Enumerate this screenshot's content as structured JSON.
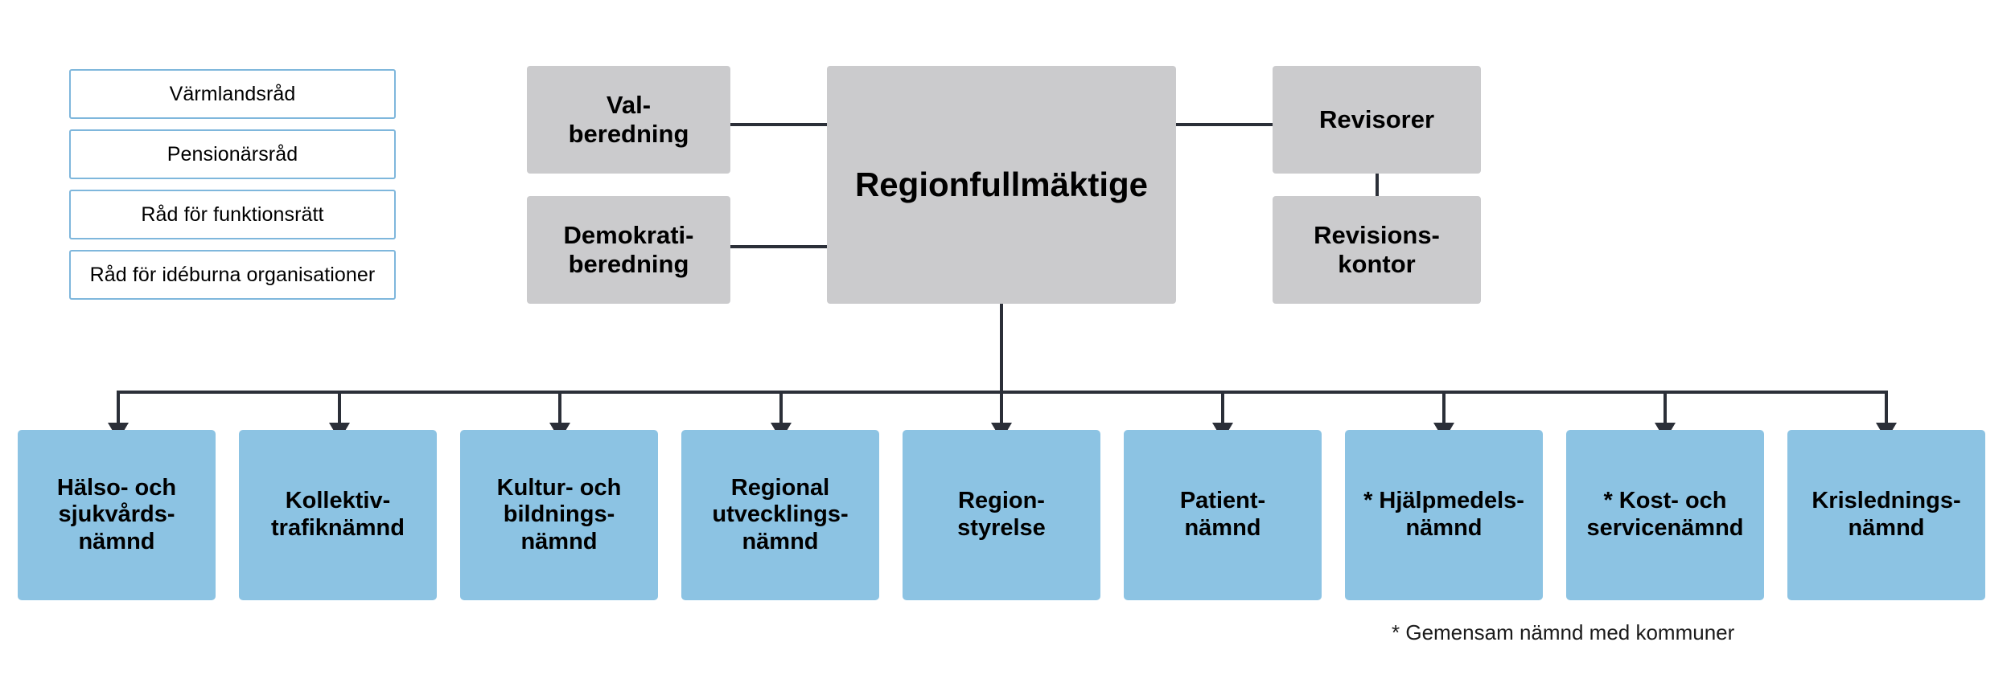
{
  "diagram": {
    "title": "Regionfullmäktige organisationsschema",
    "colors": {
      "blue_fill": "#8cc3e3",
      "grey_fill": "#cbcbcd",
      "council_border": "#7fb7dc",
      "connector": "#2b2f38",
      "text": "#000000",
      "background": "#ffffff"
    },
    "councils": [
      {
        "label": "Värmlandsråd"
      },
      {
        "label": "Pensionärsråd"
      },
      {
        "label": "Råd för funktionsrätt"
      },
      {
        "label": "Råd för idéburna organisationer"
      }
    ],
    "preparatory": [
      {
        "label": "Val-\nberedning"
      },
      {
        "label": "Demokrati-\nberedning"
      }
    ],
    "assembly": {
      "label": "Regionfullmäktige"
    },
    "audit": [
      {
        "label": "Revisorer"
      },
      {
        "label": "Revisions-\nkontor"
      }
    ],
    "committees": [
      {
        "label": "Hälso- och\nsjukvårds-\nnämnd",
        "joint": false
      },
      {
        "label": "Kollektiv-\ntrafiknämnd",
        "joint": false
      },
      {
        "label": "Kultur- och\nbildnings-\nnämnd",
        "joint": false
      },
      {
        "label": "Regional\nutvecklings-\nnämnd",
        "joint": false
      },
      {
        "label": "Region-\nstyrelse",
        "joint": false
      },
      {
        "label": "Patient-\nnämnd",
        "joint": false
      },
      {
        "label": "* Hjälpmedels-\nnämnd",
        "joint": true
      },
      {
        "label": "* Kost- och\nservicenämnd",
        "joint": true
      },
      {
        "label": "Krislednings-\nnämnd",
        "joint": false
      }
    ],
    "footnote": "* Gemensam nämnd med kommuner"
  }
}
